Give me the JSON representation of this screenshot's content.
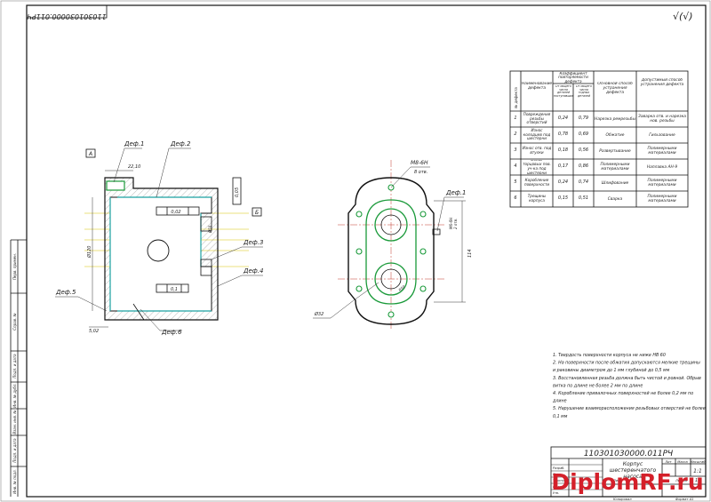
{
  "stamp_top": "110301030000.011РЧ",
  "roughness_mark": "√(√)",
  "views": {
    "def1": "Деф.1",
    "def2": "Деф.2",
    "def3": "Деф.3",
    "def4": "Деф.4",
    "def5": "Деф.5",
    "def6": "Деф.6",
    "def1_right": "Деф.1",
    "datum_A": "А",
    "datum_B": "Б",
    "dim_2210": "22,10",
    "dim_502": "5,02",
    "dim_tol1": "0,05",
    "dim_tol2": "0,02",
    "dim_tol3": "0,1",
    "dim_left_dia": "Ø120",
    "dim_small_dia": "Ø50",
    "dim_m8": "М8-6Н",
    "dim_m8_sub": "8 отв.",
    "dim_m6": "М6-6Н",
    "dim_m6_sub": "2 отв.",
    "dim_r50": "R50",
    "dim_height": "114",
    "dim_dia_bottom": "Ø32"
  },
  "defect_table": {
    "headers": {
      "num": "№ дефекта",
      "name": "Наименование дефекта",
      "coef_group": "Коэффициент повторяемости дефекта",
      "coef1": "От общего числа деталей поступивших",
      "coef2": "От общего числа годных деталей",
      "method": "Основной способ устранения дефекта",
      "alt": "Допустимый способ устранения дефекта"
    },
    "rows": [
      {
        "num": "1",
        "name": "Повреждения резьбы отверстий",
        "c1": "0,24",
        "c2": "0,79",
        "method": "Нарезка ремрезьбы",
        "alt": "Заварка отв. и нарезка нов. резьбы"
      },
      {
        "num": "2",
        "name": "Износ колодцев под шестерни",
        "c1": "0,78",
        "c2": "0,69",
        "method": "Обжатие",
        "alt": "Гильзование"
      },
      {
        "num": "3",
        "name": "Износ отв. под втулки",
        "c1": "0,18",
        "c2": "0,56",
        "method": "Развертывание",
        "alt": "Полимерными материалами"
      },
      {
        "num": "4",
        "name": "Износ торцовых пов. уч-ка под шестерни",
        "c1": "0,17",
        "c2": "0,86",
        "method": "Полимерными материалами",
        "alt": "Наплавка АН-9"
      },
      {
        "num": "5",
        "name": "Коробление поверхности",
        "c1": "0,24",
        "c2": "0,74",
        "method": "Шлифование",
        "alt": "Полимерными материалами"
      },
      {
        "num": "6",
        "name": "Трещины корпуса",
        "c1": "0,15",
        "c2": "0,51",
        "method": "Сварка",
        "alt": "Полимерными материалами"
      }
    ]
  },
  "notes": [
    "1. Твердость поверхности корпуса не ниже НВ 60",
    "2. На поверхности после обжатия допускаются мелкие трещины",
    "и раковины диаметром до 1 мм глубиной до 0,5 мм",
    "3. Восстановленная резьба должна быть чистой и ровной. Обрыв",
    "витка по длине не более 2 мм по длине",
    "4. Коробление привалочных поверхностей не более 0,2 мм по",
    "длине",
    "5. Нарушение взаиморасположения резьбовых отверстий не более",
    "0,1 мм"
  ],
  "title_block": {
    "code": "110301030000.011РЧ",
    "part_name": "Корпус шестеренчатого насоса",
    "lit_label": "Лит",
    "mass_label": "Масса",
    "scale_label": "Масштаб",
    "scale_value": "1:1",
    "sheet_label": "Лист",
    "sheets_label": "Листов",
    "sheets_value": "1",
    "copy_label": "Копировал",
    "format_label": "Формат А1",
    "razrab": "Разраб.",
    "prov": "Пров.",
    "t_kontr": "Т.контр.",
    "n_kontr": "Н.контр.",
    "utv": "Утв."
  },
  "side_labels": {
    "perv_primen": "Перв. примен.",
    "sprav": "Справ. №",
    "podp_data": "Подп. и дата",
    "inv_dubl": "Инв. № дубл.",
    "vzam_inv": "Взам. инв. №",
    "podp_data2": "Подп. и дата",
    "inv_podl": "Инв. № подл."
  },
  "watermark": "DiplomRF.ru",
  "colors": {
    "cyan": "#1aa0a0",
    "green": "#1a9a3a",
    "watermark": "#d4202a"
  }
}
